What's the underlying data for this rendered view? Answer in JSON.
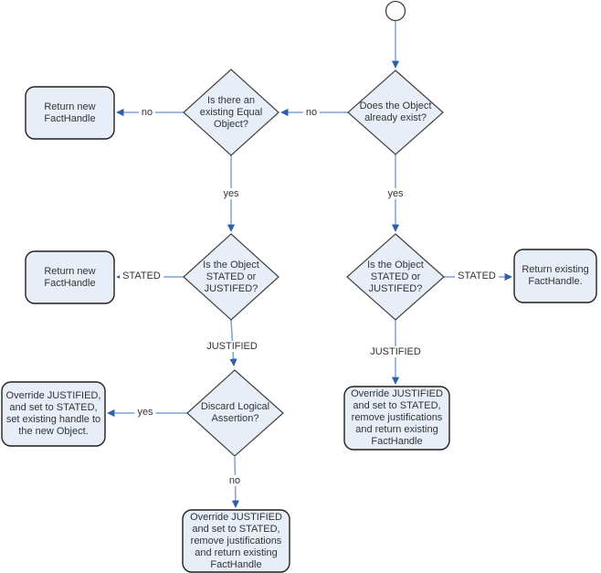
{
  "colors": {
    "background": "#ffffff",
    "line": "#7da2d8",
    "arrow": "#2f5fa8",
    "shape-fill": "#e8eef7",
    "diamond-border": "#404040",
    "box-border": "#1f1f1f",
    "text": "#333333"
  },
  "flowchart": {
    "nodes": {
      "decision_object_exists": {
        "text": "Does the Object\nalready exist?"
      },
      "decision_existing_equal": {
        "text": "Is there an\nexisting Equal\nObject?"
      },
      "decision_stated_left": {
        "text": "Is the Object\nSTATED or\nJUSTIFED?"
      },
      "decision_stated_right": {
        "text": "Is the Object\nSTATED or\nJUSTIFED?"
      },
      "decision_discard_logical": {
        "text": "Discard Logical\nAssertion?"
      },
      "box_return_new_top": {
        "text": "Return new\nFactHandle"
      },
      "box_return_new_mid": {
        "text": "Return new\nFactHandle"
      },
      "box_return_existing": {
        "text": "Return existing\nFactHandle."
      },
      "box_override_set_handle": {
        "text": "Override JUSTIFIED,\nand set to STATED,\nset existing handle to\nthe new Object."
      },
      "box_override_right": {
        "text": "Override JUSTIFIED\nand set to STATED,\nremove justifications\nand return existing\nFactHandle"
      },
      "box_override_bottom": {
        "text": "Override JUSTIFIED\nand set to STATED,\nremove justifications\nand return existing\nFactHandle"
      }
    },
    "edge_labels": {
      "no_object_exists": "no",
      "no_existing_equal": "no",
      "yes_existing_equal": "yes",
      "yes_object_exists": "yes",
      "stated_left": "STATED",
      "stated_right": "STATED",
      "justified_left": "JUSTIFIED",
      "justified_right": "JUSTIFIED",
      "yes_discard": "yes",
      "no_discard": "no"
    }
  }
}
